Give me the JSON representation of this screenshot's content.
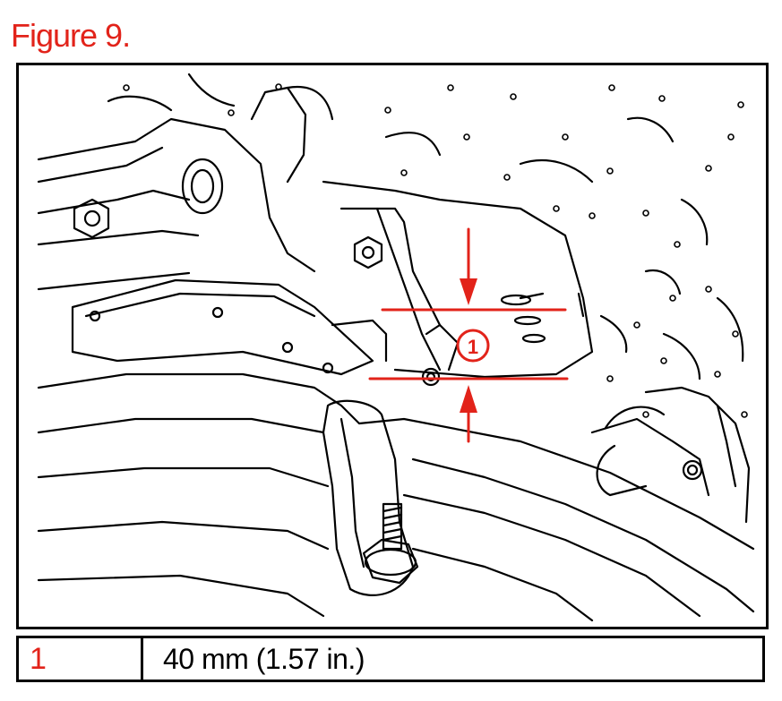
{
  "figure": {
    "title": "Figure 9.",
    "accent_color": "#e2231a"
  },
  "illustration": {
    "callout_number": "1"
  },
  "legend": {
    "rows": [
      {
        "number": "1",
        "text": "40 mm (1.57 in.)"
      }
    ]
  }
}
